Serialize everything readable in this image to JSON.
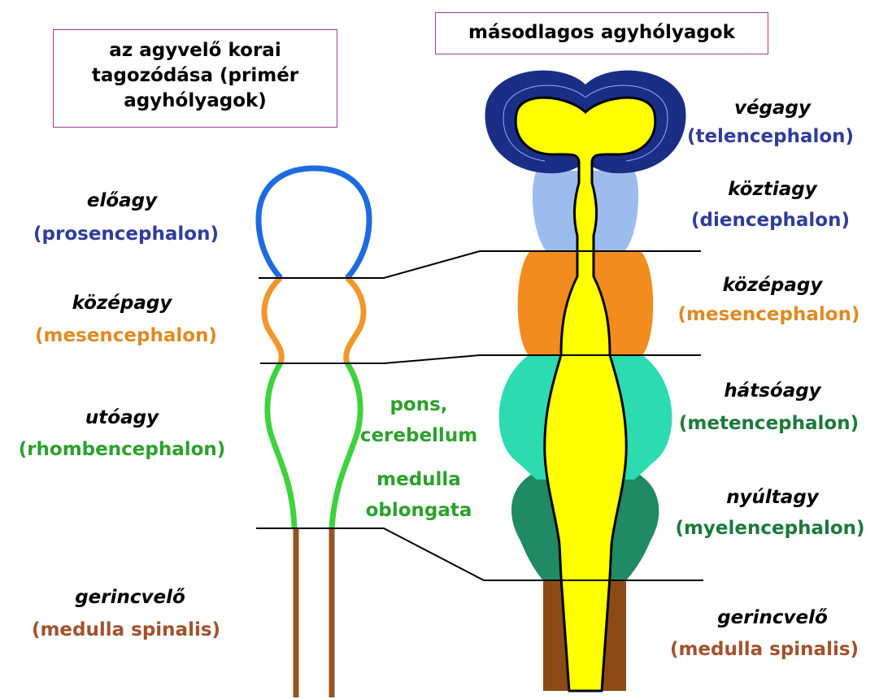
{
  "boxes": {
    "primary": "az agyvelő korai tagozódása (primér agyhólyagok)",
    "secondary": "másodlagos agyhólyagok"
  },
  "left_labels": {
    "eloagy": "előagy",
    "prosencephalon": "(prosencephalon)",
    "kozepagy": "középagy",
    "mesencephalon": "(mesencephalon)",
    "utoagy": "utóagy",
    "rhombencephalon": "(rhombencephalon)",
    "gerincvelo": "gerincvelő",
    "medulla_spinalis": "(medulla spinalis)"
  },
  "middle_labels": {
    "pons": "pons,",
    "cerebellum": "cerebellum",
    "medulla": "medulla",
    "oblongata": "oblongata"
  },
  "right_labels": {
    "vegagy": "végagy",
    "telencephalon": "(telencephalon)",
    "koztiagy": "köztiagy",
    "diencephalon": "(diencephalon)",
    "kozepagy": "középagy",
    "mesencephalon": "(mesencephalon)",
    "hatsoagy": "hátsóagy",
    "metencephalon": "(metencephalon)",
    "nyultagy": "nyúltagy",
    "myelencephalon": "(myelencephalon)",
    "gerincvelo": "gerincvelő",
    "medulla_spinalis": "(medulla spinalis)"
  },
  "colors": {
    "telencephalon": "#1a2e86",
    "diencephalon": "#9cbcee",
    "mesencephalon": "#f28c1e",
    "metencephalon": "#2ddbb0",
    "myelencephalon": "#1f8a63",
    "spinal": "#8b4a16",
    "lumen": "#ffff00",
    "prosencephalon_wall": "#1e6ae0",
    "mesencephalon_wall": "#f2962c",
    "rhombencephalon_wall": "#3ed23e",
    "spinal_wall": "#955423"
  }
}
